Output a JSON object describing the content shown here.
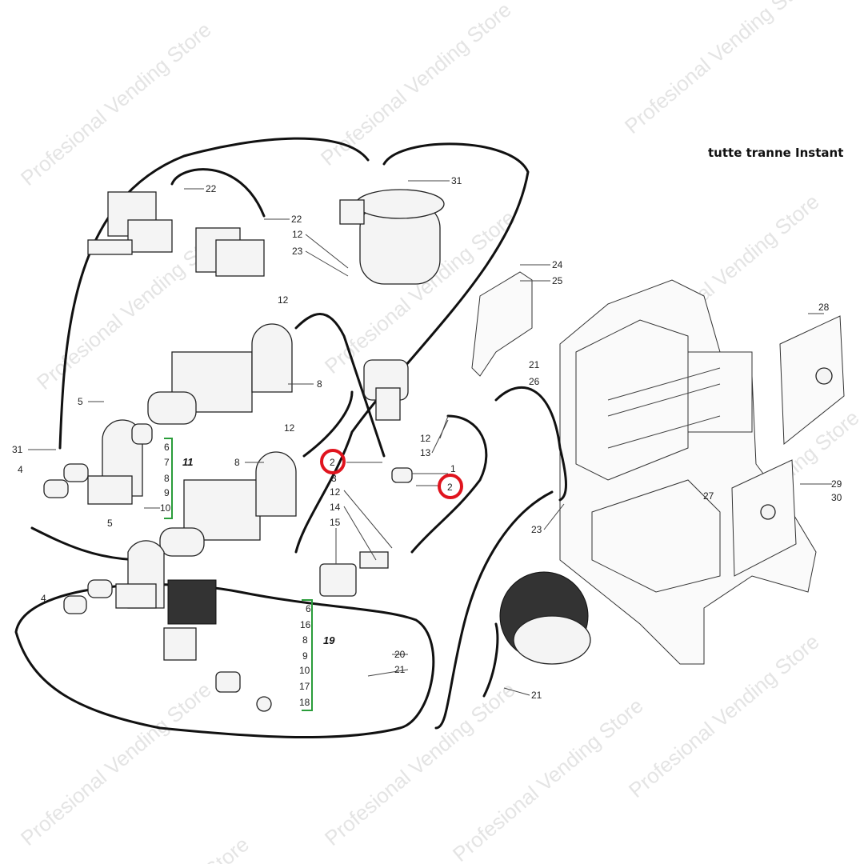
{
  "title": "tutte tranne Instant",
  "watermark": "Profesional Vending Store",
  "watermark_short": "Store",
  "colors": {
    "highlight": "#e0141e",
    "group_bracket": "#2a9d3a",
    "hose": "#111111"
  },
  "labels": [
    "22",
    "22",
    "31",
    "12",
    "23",
    "24",
    "25",
    "12",
    "8",
    "21",
    "26",
    "28",
    "5",
    "12",
    "12",
    "13",
    "31",
    "6",
    "7",
    "8",
    "9",
    "10",
    "8",
    "1",
    "3",
    "12",
    "14",
    "15",
    "4",
    "5",
    "27",
    "29",
    "30",
    "23",
    "4",
    "6",
    "16",
    "8",
    "9",
    "10",
    "17",
    "18",
    "20",
    "21",
    "21"
  ],
  "highlighted_labels": [
    "2",
    "2"
  ],
  "groups": [
    "11",
    "19"
  ]
}
